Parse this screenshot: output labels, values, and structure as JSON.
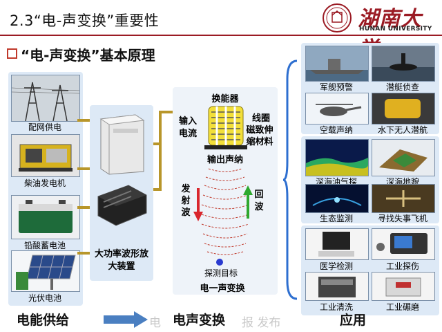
{
  "header": {
    "title": "2.3“电-声变换”重要性",
    "subtitle": "“电-声变换”基本原理",
    "logo_text": "湖南大学",
    "logo_subtext": "HUNAN UNIVERSITY"
  },
  "power_sources": [
    {
      "label": "配网供电",
      "icon": "power-tower-icon"
    },
    {
      "label": "柴油发电机",
      "icon": "diesel-generator-icon"
    },
    {
      "label": "铅酸蓄电池",
      "icon": "battery-icon"
    },
    {
      "label": "光伏电池",
      "icon": "solar-panel-icon"
    }
  ],
  "amplifier": {
    "label_line1": "大功率波形放",
    "label_line2": "大装置"
  },
  "transducer": {
    "title": "换能器",
    "input_line1": "输入",
    "input_line2": "电流",
    "coil_line1": "线圈",
    "coil_line2": "磁致伸",
    "coil_line3": "缩材料",
    "output": "输出声纳",
    "emit_line1": "发",
    "emit_line2": "射",
    "emit_line3": "波",
    "echo_line1": "回",
    "echo_line2": "波",
    "target": "探测目标",
    "caption": "电一声变换"
  },
  "applications": [
    {
      "label": "军舰预警"
    },
    {
      "label": "潜艇侦查"
    },
    {
      "label": "空载声纳"
    },
    {
      "label": "水下无人潜航"
    },
    {
      "label": "深海油气探"
    },
    {
      "label": "深海地貌"
    },
    {
      "label": "生态监测"
    },
    {
      "label": "寻找失事飞机"
    },
    {
      "label": "医学检测"
    },
    {
      "label": "工业探伤"
    },
    {
      "label": "工业清洗"
    },
    {
      "label": "工业碾磨"
    }
  ],
  "footer": {
    "left": "电能供给",
    "middle": "电声变换",
    "right": "应用",
    "watermark_left": "电",
    "watermark_right": "报 发布"
  },
  "colors": {
    "accent": "#9b1b24",
    "panel": "#dde9f6",
    "connector": "#b8962a",
    "arrow": "#4a7fc1"
  }
}
